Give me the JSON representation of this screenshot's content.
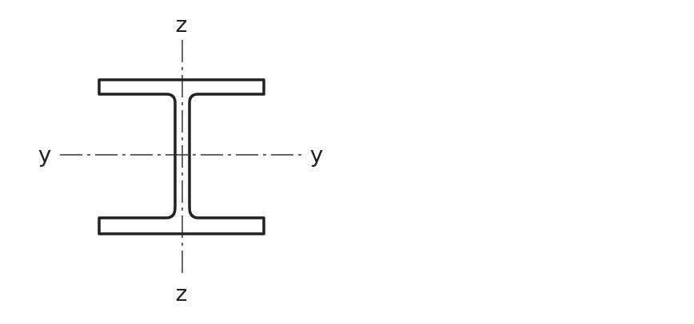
{
  "diagram": {
    "axis_labels": {
      "z_top": "z",
      "z_bottom": "z",
      "y_left": "y",
      "y_right": "y"
    },
    "colors": {
      "outline": "#222222",
      "axis": "#333333",
      "background": "#ffffff"
    }
  }
}
